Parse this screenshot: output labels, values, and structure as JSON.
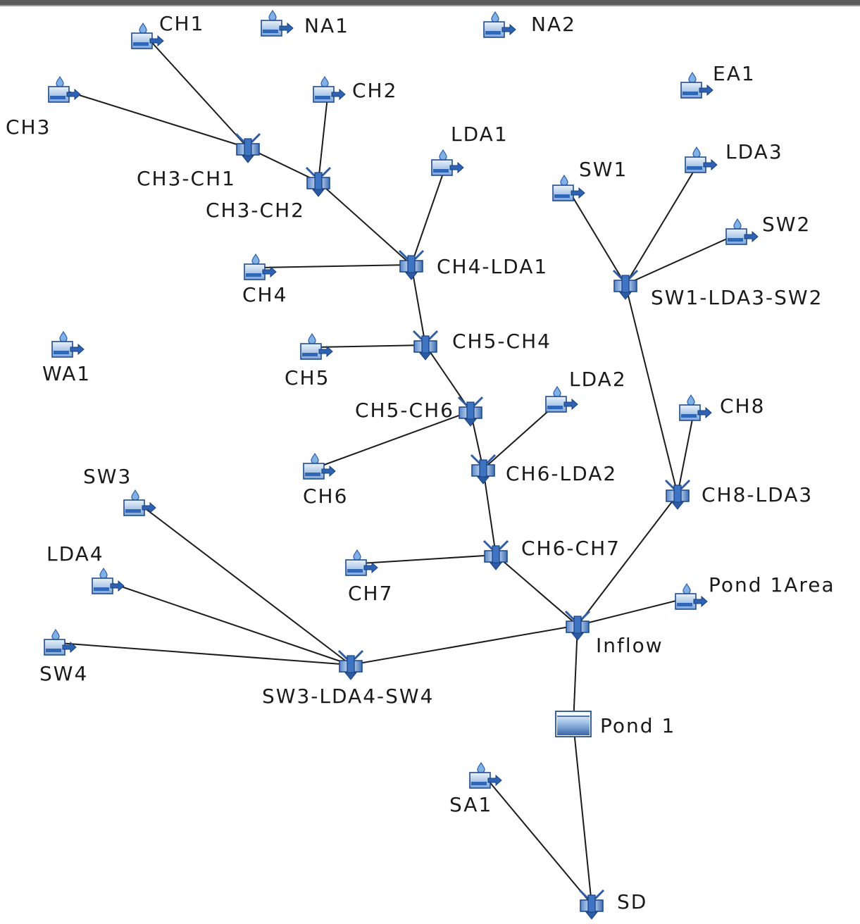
{
  "nodes": {
    "CH1": {
      "label": "CH1",
      "kind": "subbasin"
    },
    "NA1": {
      "label": "NA1",
      "kind": "subbasin"
    },
    "NA2": {
      "label": "NA2",
      "kind": "subbasin"
    },
    "CH3": {
      "label": "CH3",
      "kind": "subbasin"
    },
    "CH2": {
      "label": "CH2",
      "kind": "subbasin"
    },
    "EA1": {
      "label": "EA1",
      "kind": "subbasin"
    },
    "LDA1": {
      "label": "LDA1",
      "kind": "subbasin"
    },
    "SW1": {
      "label": "SW1",
      "kind": "subbasin"
    },
    "LDA3": {
      "label": "LDA3",
      "kind": "subbasin"
    },
    "SW2": {
      "label": "SW2",
      "kind": "subbasin"
    },
    "CH4": {
      "label": "CH4",
      "kind": "subbasin"
    },
    "WA1": {
      "label": "WA1",
      "kind": "subbasin"
    },
    "CH5": {
      "label": "CH5",
      "kind": "subbasin"
    },
    "LDA2": {
      "label": "LDA2",
      "kind": "subbasin"
    },
    "CH8": {
      "label": "CH8",
      "kind": "subbasin"
    },
    "CH6": {
      "label": "CH6",
      "kind": "subbasin"
    },
    "SW3": {
      "label": "SW3",
      "kind": "subbasin"
    },
    "LDA4": {
      "label": "LDA4",
      "kind": "subbasin"
    },
    "CH7": {
      "label": "CH7",
      "kind": "subbasin"
    },
    "POND1AREA": {
      "label": "Pond 1Area",
      "kind": "subbasin"
    },
    "SW4": {
      "label": "SW4",
      "kind": "subbasin"
    },
    "SA1": {
      "label": "SA1",
      "kind": "subbasin"
    },
    "J_CH3CH1": {
      "label": "CH3-CH1",
      "kind": "junction"
    },
    "J_CH3CH2": {
      "label": "CH3-CH2",
      "kind": "junction"
    },
    "J_CH4LDA1": {
      "label": "CH4-LDA1",
      "kind": "junction"
    },
    "J_SWLDA": {
      "label": "SW1-LDA3-SW2",
      "kind": "junction"
    },
    "J_CH5CH4": {
      "label": "CH5-CH4",
      "kind": "junction"
    },
    "J_CH5CH6": {
      "label": "CH5-CH6",
      "kind": "junction"
    },
    "J_CH6LDA2": {
      "label": "CH6-LDA2",
      "kind": "junction"
    },
    "J_CH8LDA3": {
      "label": "CH8-LDA3",
      "kind": "junction"
    },
    "J_CH6CH7": {
      "label": "CH6-CH7",
      "kind": "junction"
    },
    "J_INFLOW": {
      "label": "Inflow",
      "kind": "junction"
    },
    "J_SW3": {
      "label": "SW3-LDA4-SW4",
      "kind": "junction"
    },
    "POND1": {
      "label": "Pond 1",
      "kind": "reservoir"
    },
    "SD": {
      "label": "SD",
      "kind": "junction"
    }
  },
  "edges": [
    [
      "CH1",
      "J_CH3CH1"
    ],
    [
      "CH3",
      "J_CH3CH1"
    ],
    [
      "J_CH3CH1",
      "J_CH3CH2"
    ],
    [
      "CH2",
      "J_CH3CH2"
    ],
    [
      "J_CH3CH2",
      "J_CH4LDA1"
    ],
    [
      "LDA1",
      "J_CH4LDA1"
    ],
    [
      "CH4",
      "J_CH4LDA1"
    ],
    [
      "J_CH4LDA1",
      "J_CH5CH4"
    ],
    [
      "CH5",
      "J_CH5CH4"
    ],
    [
      "J_CH5CH4",
      "J_CH5CH6"
    ],
    [
      "J_CH5CH6",
      "J_CH6LDA2"
    ],
    [
      "CH6",
      "J_CH5CH6"
    ],
    [
      "LDA2",
      "J_CH6LDA2"
    ],
    [
      "J_CH6LDA2",
      "J_CH6CH7"
    ],
    [
      "CH7",
      "J_CH6CH7"
    ],
    [
      "J_CH6CH7",
      "J_INFLOW"
    ],
    [
      "SW1",
      "J_SWLDA"
    ],
    [
      "LDA3",
      "J_SWLDA"
    ],
    [
      "SW2",
      "J_SWLDA"
    ],
    [
      "J_SWLDA",
      "J_CH8LDA3"
    ],
    [
      "CH8",
      "J_CH8LDA3"
    ],
    [
      "J_CH8LDA3",
      "J_INFLOW"
    ],
    [
      "POND1AREA",
      "J_INFLOW"
    ],
    [
      "SW3",
      "J_SW3"
    ],
    [
      "LDA4",
      "J_SW3"
    ],
    [
      "SW4",
      "J_SW3"
    ],
    [
      "J_SW3",
      "J_INFLOW"
    ],
    [
      "J_INFLOW",
      "POND1"
    ],
    [
      "POND1",
      "SD"
    ],
    [
      "SA1",
      "SD"
    ]
  ]
}
